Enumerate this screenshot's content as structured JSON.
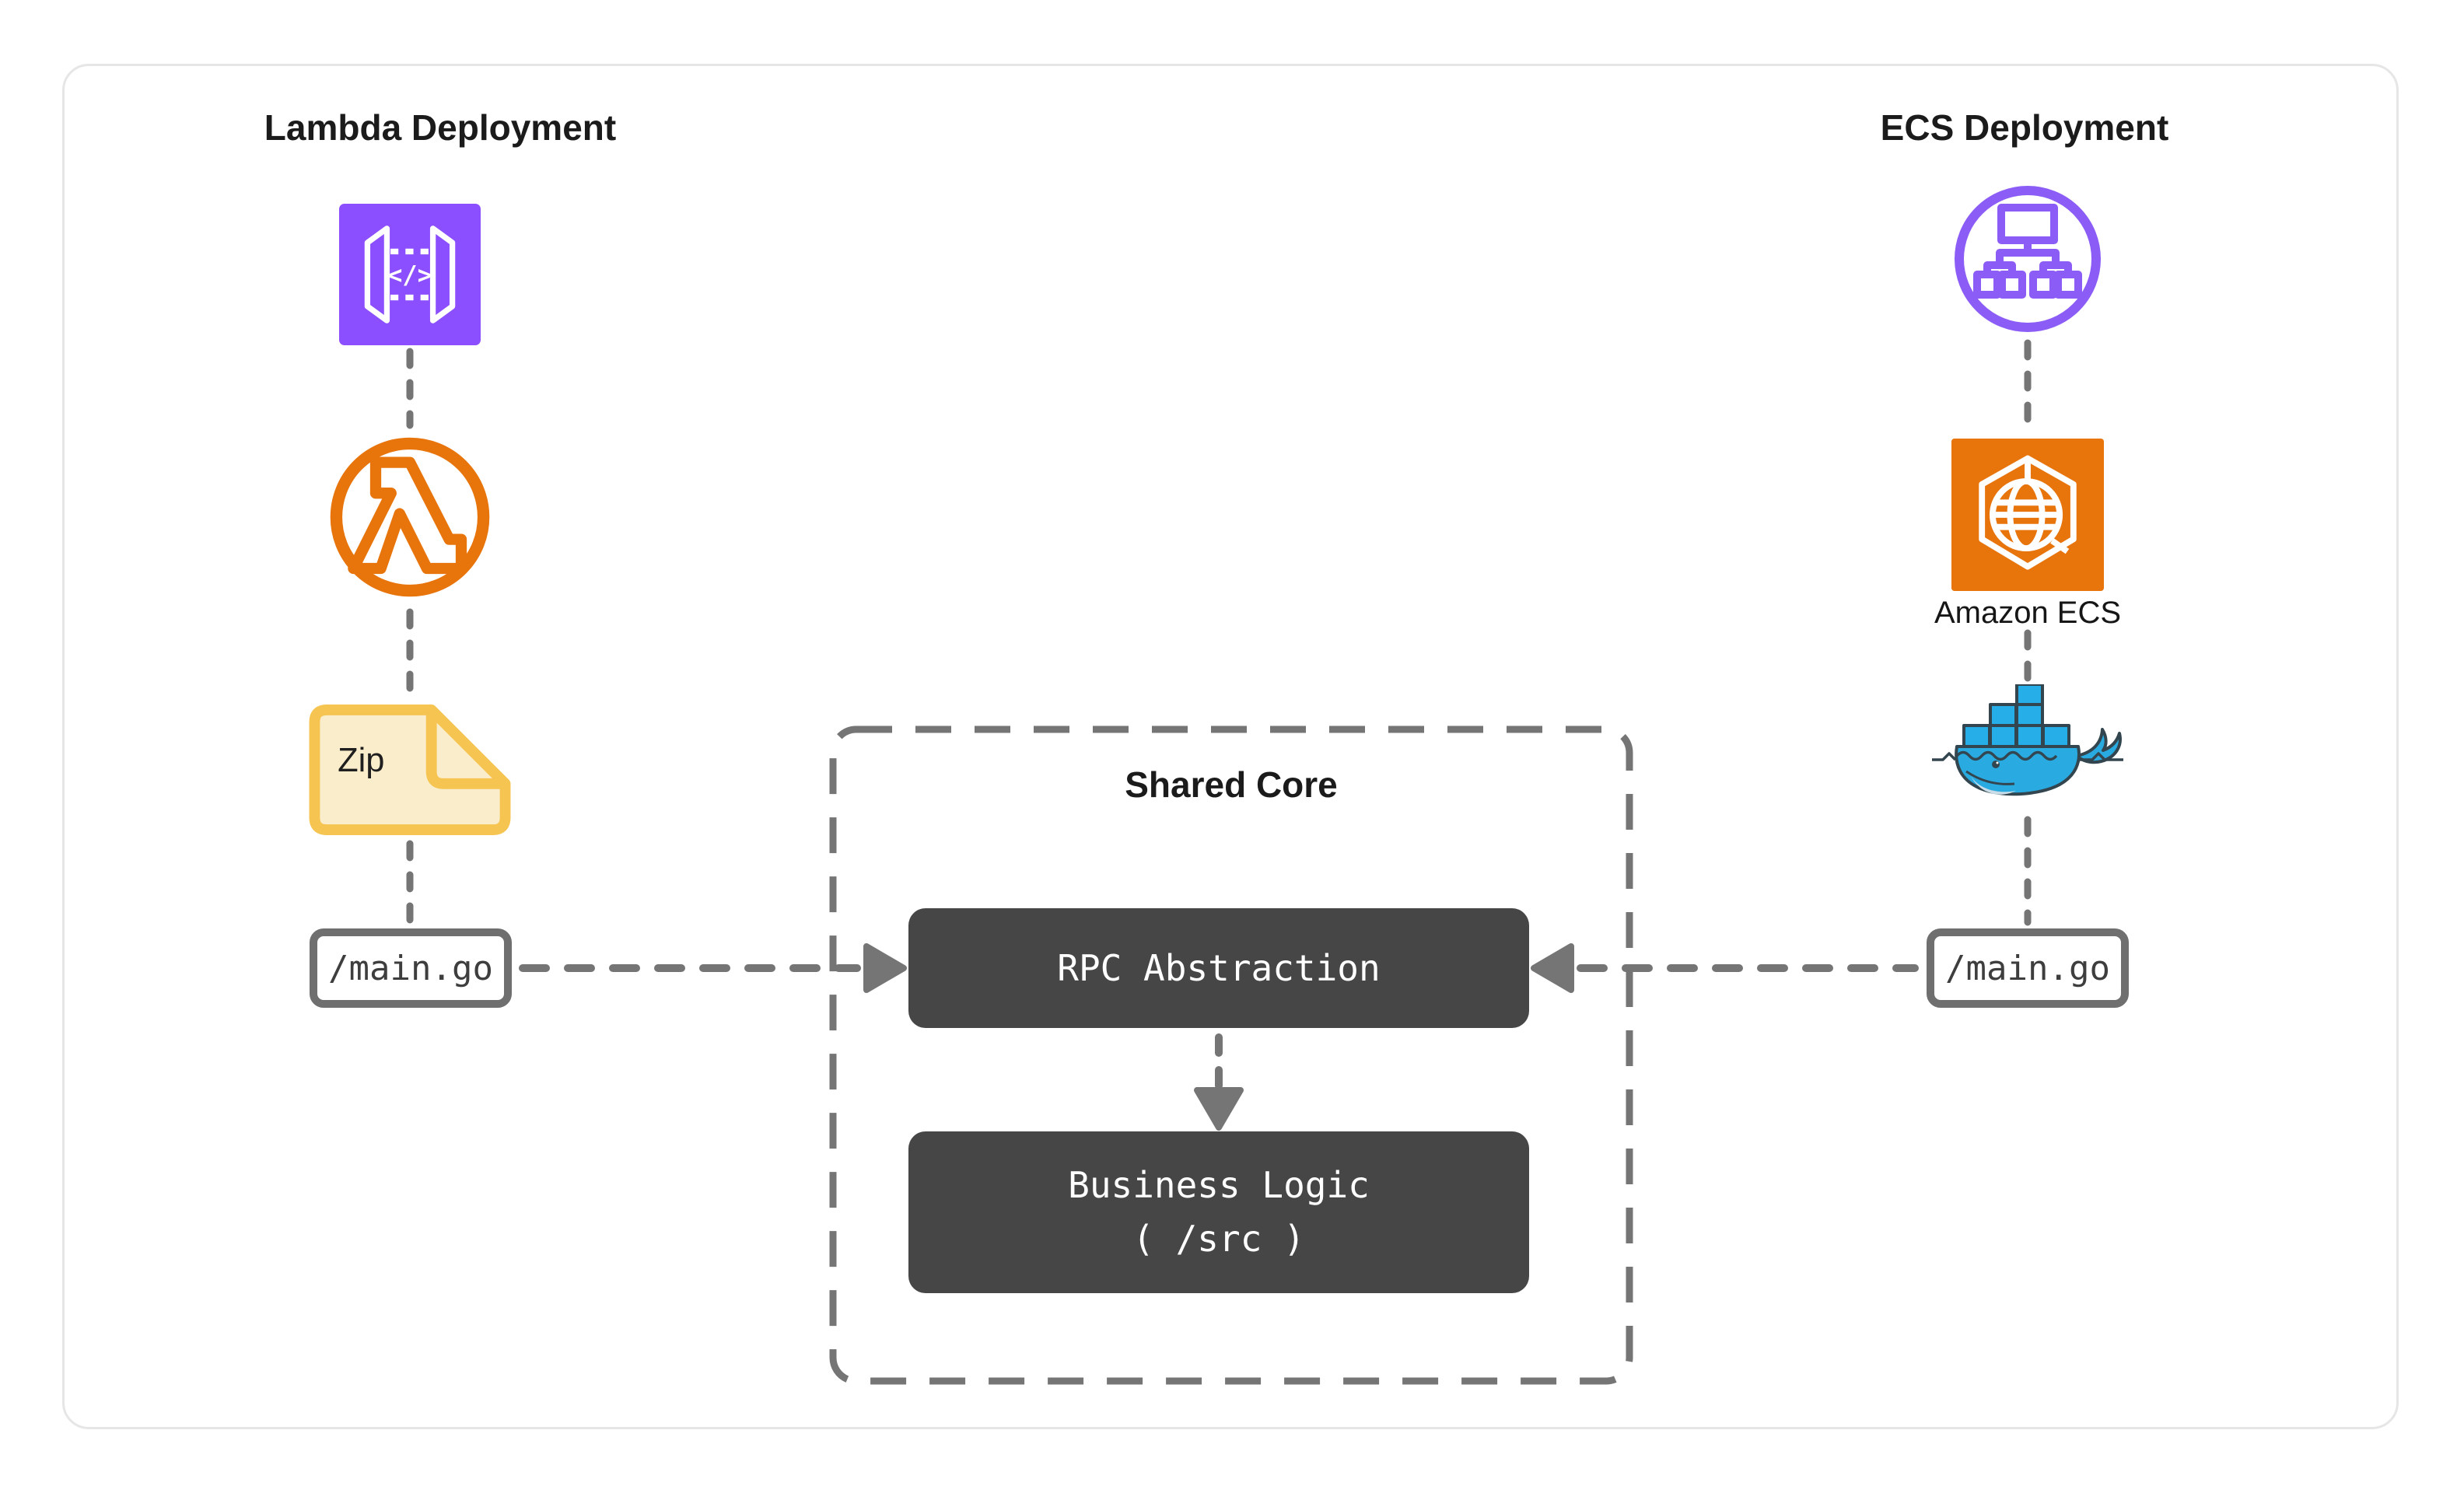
{
  "page": {
    "background": "#ffffff",
    "card_border": "#e6e6e6"
  },
  "colors": {
    "api_gateway_purple": "#8C4FFF",
    "ecs_cluster_purple": "#8B5CF6",
    "aws_orange": "#E8740C",
    "zip_fill": "#FAEDCB",
    "zip_border": "#F5C451",
    "dark_box": "#464646",
    "connector_gray": "#757575",
    "filebox_border": "#6F6F6F",
    "docker_blue": "#29ABE2",
    "docker_container_blue": "#26AEE8",
    "docker_outline": "#33454E"
  },
  "lambda_section": {
    "title": "Lambda Deployment",
    "zip_label": "Zip",
    "file_label": "/main.go",
    "icons": [
      "api-gateway-icon",
      "lambda-icon",
      "zip-file-icon"
    ]
  },
  "ecs_section": {
    "title": "ECS Deployment",
    "service_label": "Amazon ECS",
    "file_label": "/main.go",
    "icons": [
      "ecs-cluster-icon",
      "amazon-ecs-icon",
      "docker-whale-icon"
    ]
  },
  "shared_core": {
    "title": "Shared Core",
    "rpc_box_label": "RPC Abstraction",
    "business_box_line1": "Business Logic",
    "business_box_line2": "( /src )"
  },
  "icons": {
    "api_gateway_glyph": "</>"
  }
}
